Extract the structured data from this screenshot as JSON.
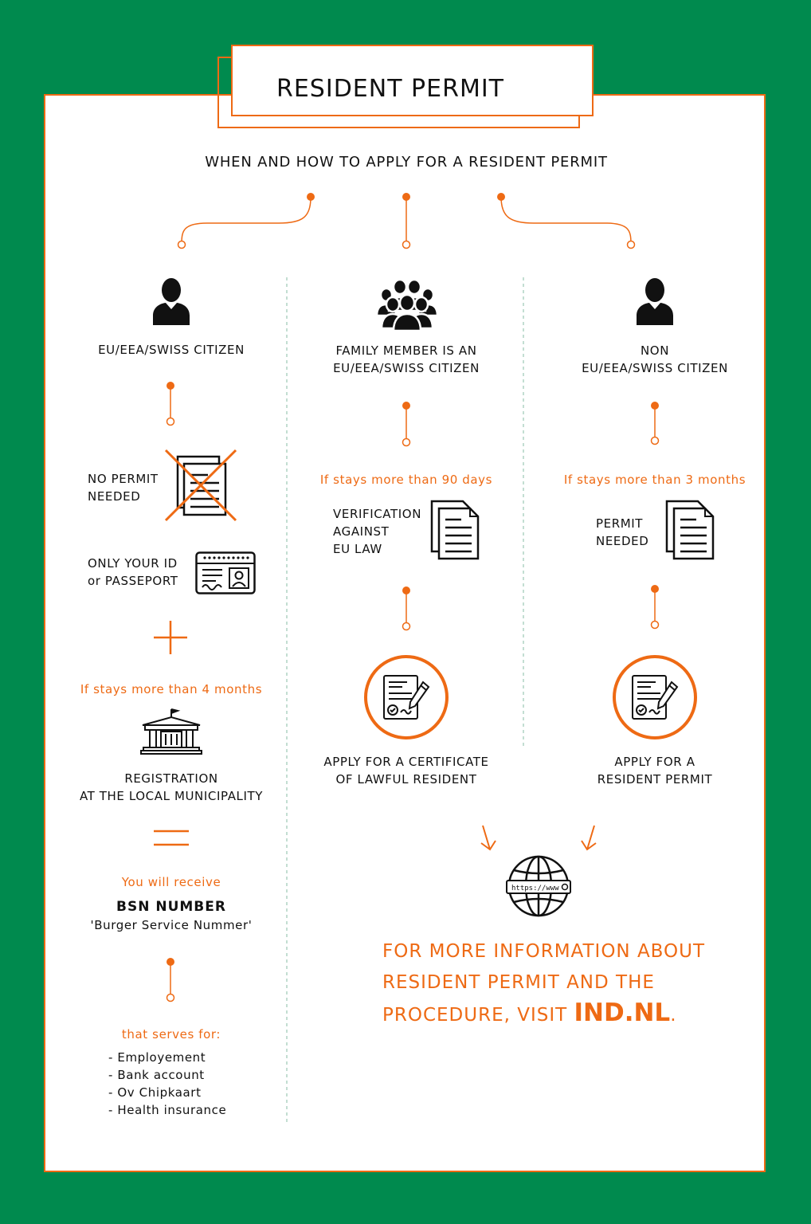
{
  "title": "RESIDENT PERMIT",
  "subtitle": "WHEN AND HOW TO APPLY FOR A RESIDENT PERMIT",
  "colors": {
    "background": "#008a4e",
    "accent": "#ee6a14",
    "panel": "#ffffff"
  },
  "columns": {
    "eu": {
      "heading": "EU/EEA/SWISS CITIZEN",
      "no_permit": [
        "NO PERMIT",
        "NEEDED"
      ],
      "id_label": [
        "ONLY YOUR ID",
        "or PASSEPORT"
      ],
      "condition": "If stays more than 4 months",
      "registration": [
        "REGISTRATION",
        "AT THE LOCAL MUNICIPALITY"
      ],
      "receive": "You will receive",
      "bsn": "BSN NUMBER",
      "bsn_full": "'Burger Service Nummer'",
      "serves_for": "that serves for:",
      "uses": [
        "- Employement",
        "- Bank account",
        "- Ov Chipkaart",
        "- Health insurance"
      ]
    },
    "family": {
      "heading": [
        "FAMILY MEMBER IS AN",
        "EU/EEA/SWISS CITIZEN"
      ],
      "condition": "If stays more than 90 days",
      "verification": [
        "VERIFICATION",
        "AGAINST",
        "EU LAW"
      ],
      "apply": [
        "APPLY FOR A CERTIFICATE",
        "OF LAWFUL RESIDENT"
      ]
    },
    "non_eu": {
      "heading": [
        "NON",
        "EU/EEA/SWISS CITIZEN"
      ],
      "condition": "If stays more than 3 months",
      "permit": [
        "PERMIT",
        "NEEDED"
      ],
      "apply": [
        "APPLY FOR A",
        "RESIDENT PERMIT"
      ]
    }
  },
  "web_label": "https://www",
  "more_info": {
    "lines": [
      "FOR MORE INFORMATION ABOUT",
      "RESIDENT PERMIT AND THE",
      "PROCEDURE, VISIT "
    ],
    "link": "IND.NL",
    "end": "."
  },
  "icons": [
    "person-icon",
    "group-icon",
    "document-icon",
    "crossed-document-icon",
    "id-card-icon",
    "plus-icon",
    "building-icon",
    "equals-icon",
    "signed-certificate-icon",
    "globe-icon",
    "arrow-down-icon"
  ]
}
